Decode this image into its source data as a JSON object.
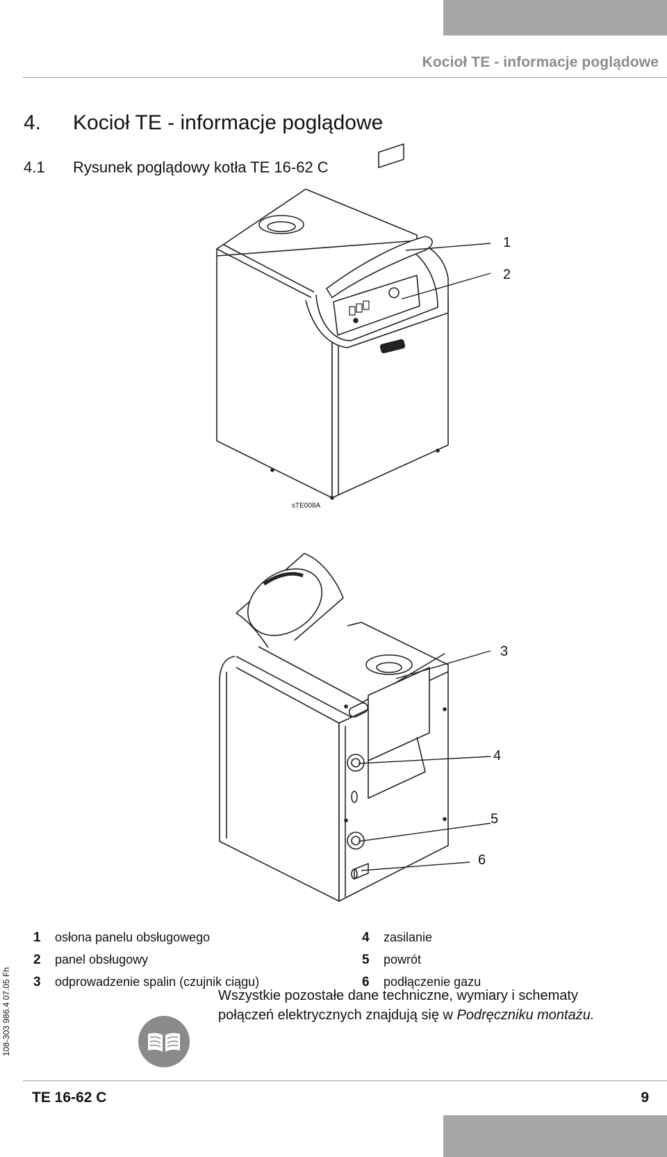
{
  "header": {
    "running_title": "Kocioł TE - informacje poglądowe"
  },
  "section": {
    "number": "4.",
    "title": "Kocioł TE - informacje poglądowe"
  },
  "subsection": {
    "number": "4.1",
    "title": "Rysunek poglądowy kotła TE 16-62 C"
  },
  "figure": {
    "code": "sTE008A",
    "callouts": [
      "1",
      "2",
      "3",
      "4",
      "5",
      "6"
    ]
  },
  "legend": {
    "left": [
      {
        "num": "1",
        "text": "osłona panelu obsługowego"
      },
      {
        "num": "2",
        "text": "panel obsługowy"
      },
      {
        "num": "3",
        "text": "odprowadzenie spalin (czujnik ciągu)"
      }
    ],
    "right": [
      {
        "num": "4",
        "text": "zasilanie"
      },
      {
        "num": "5",
        "text": "powrót"
      },
      {
        "num": "6",
        "text": "podłączenie gazu"
      }
    ]
  },
  "side_code": "108-303 986.4 07.05 Fh",
  "note": {
    "line1": "Wszystkie pozostałe dane techniczne, wymiary i schematy",
    "line2_prefix": "połączeń elektrycznych znajdują się w ",
    "line2_emph": "Podręczniku montażu",
    "line2_suffix": "."
  },
  "footer": {
    "model": "TE 16-62 C",
    "page": "9"
  },
  "icons": {
    "book": "book-icon"
  },
  "colors": {
    "tab_gray": "#a6a6a6",
    "header_gray": "#8c8c8c",
    "icon_gray": "#8a8a8a"
  }
}
